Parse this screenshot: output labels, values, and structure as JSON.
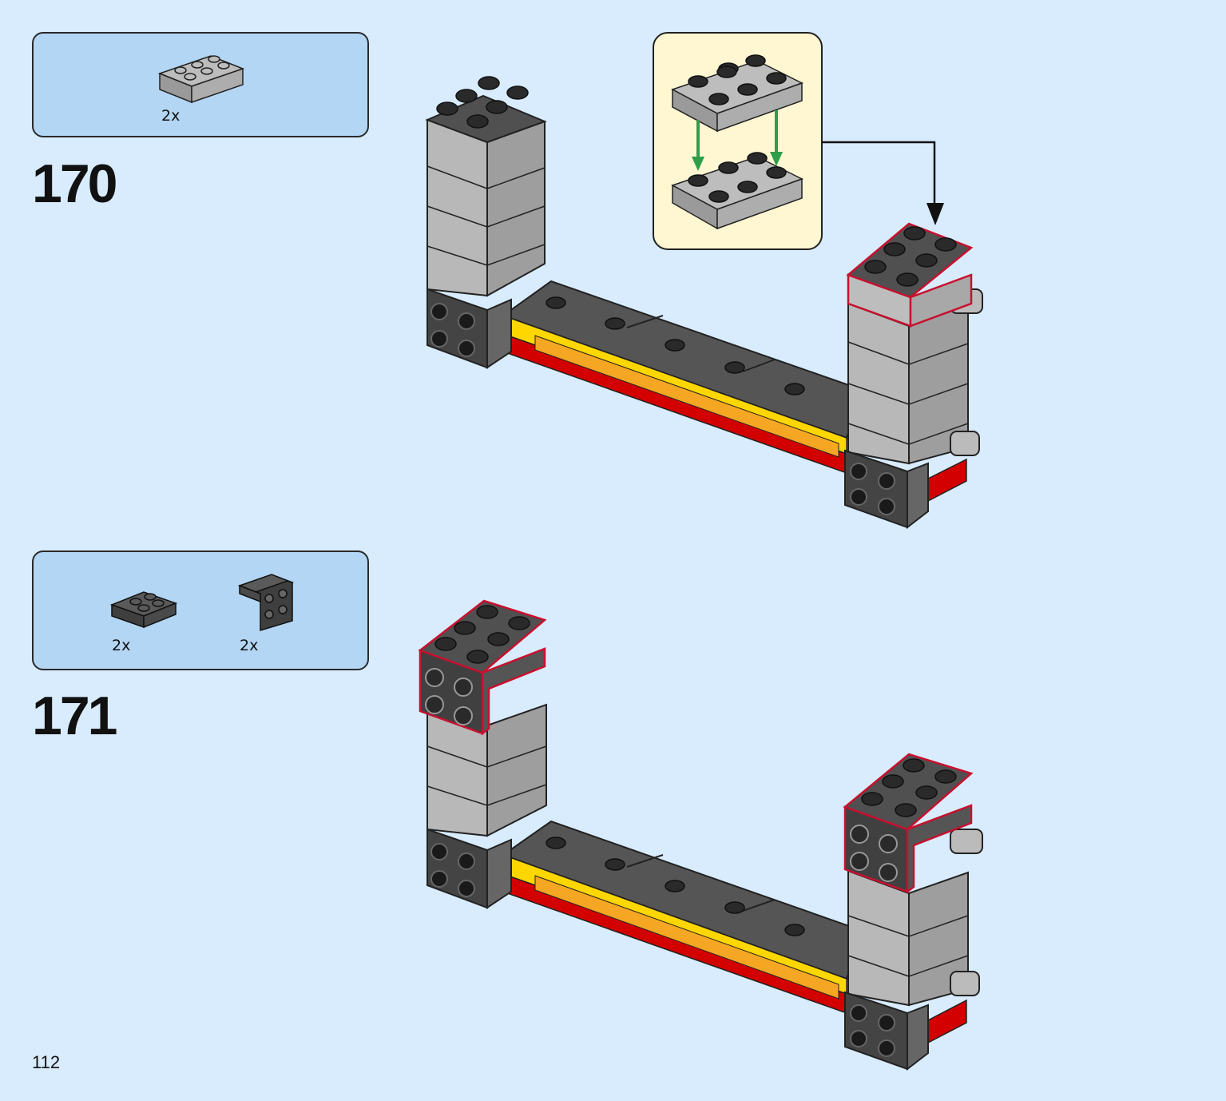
{
  "page": {
    "number": "112"
  },
  "steps": [
    {
      "number": "170",
      "parts": [
        {
          "qty": "2x",
          "part": "plate-2x3-light-gray"
        }
      ]
    },
    {
      "number": "171",
      "parts": [
        {
          "qty": "2x",
          "part": "plate-2x2-dark-gray"
        },
        {
          "qty": "2x",
          "part": "bracket-2x2-dark-gray"
        }
      ]
    }
  ],
  "colors": {
    "background": "#d8ecfd",
    "parts_box": "#b3d6f4",
    "callout": "#fff6d2",
    "light_gray": "#a8a8a8",
    "dark_gray": "#555555",
    "black_stud": "#2a2a2a",
    "highlight_red": "#c8102e",
    "yellow": "#ffd700",
    "orange": "#f5a623",
    "red": "#d30000",
    "arrow_green": "#2e9e4a"
  }
}
